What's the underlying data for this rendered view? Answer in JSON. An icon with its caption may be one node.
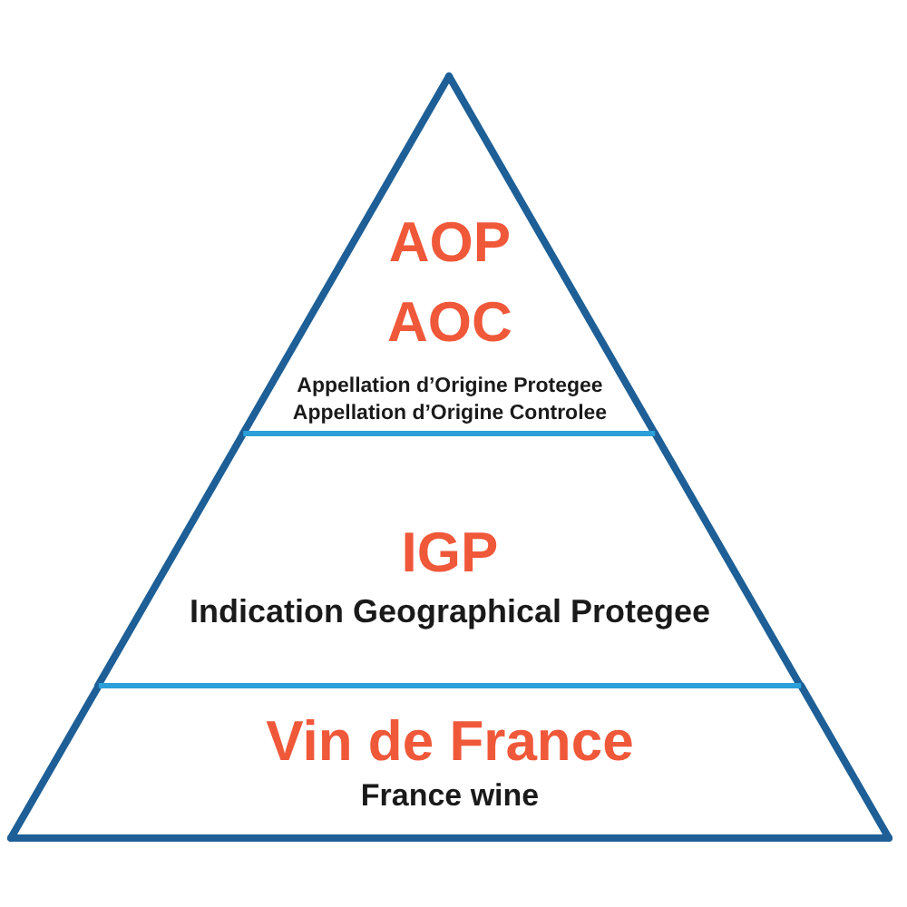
{
  "diagram": {
    "nodes": [
      {
        "text": [
          "AOP",
          "AOC",
          "Appellation d’Origine Protegee",
          "Appellation d’Origine Controlee"
        ]
      },
      {
        "text": [
          "IGP",
          "Indication Geographical Protegee"
        ]
      },
      {
        "text": [
          "Vin de France",
          "France wine"
        ]
      }
    ]
  }
}
